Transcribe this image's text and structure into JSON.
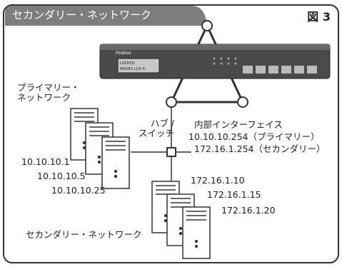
{
  "header": {
    "title": "セカンダリー・ネットワーク",
    "figure_label": "図 3"
  },
  "device": {
    "brand": "Firebox",
    "panel_line1": "LOCKED",
    "panel_line2": "MODE1 LCD 4"
  },
  "labels": {
    "primary_network": "プライマリー・\nネットワーク",
    "hub_switch": "ハブ /\nスイッチ",
    "internal_interface": "内部インターフェイス",
    "internal_ip_primary": "10.10.10.254（プライマリー）",
    "internal_ip_secondary": "172.16.1.254（セカンダリー）",
    "secondary_network": "セカンダリー・ネットワーク"
  },
  "primary_hosts": [
    "10.10.10.1",
    "10.10.10.5",
    "10.10.10.25"
  ],
  "secondary_hosts": [
    "172.16.1.10",
    "172.16.1.15",
    "172.16.1.20"
  ],
  "colors": {
    "title_bg": "#7d7d7d",
    "border": "#333333",
    "device_body": "#4a4a4a"
  }
}
